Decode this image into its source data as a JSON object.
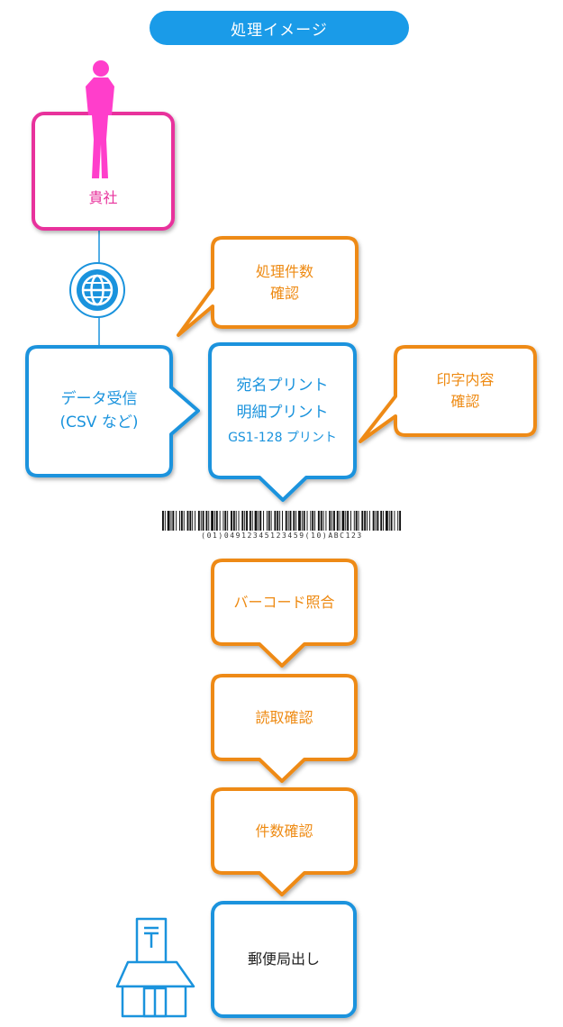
{
  "header": {
    "title": "処理イメージ"
  },
  "nodes": {
    "client": "貴社",
    "receive_line1": "データ受信",
    "receive_line2": "(CSV など)",
    "print_line1": "宛名プリント",
    "print_line2": "明細プリント",
    "print_line3": "GS1-128 プリント",
    "count_check_line1": "処理件数",
    "count_check_line2": "確認",
    "content_check_line1": "印字内容",
    "content_check_line2": "確認",
    "barcode_match": "バーコード照合",
    "read_check": "読取確認",
    "count_confirm": "件数確認",
    "mailing": "郵便局出し"
  },
  "barcode": {
    "text": "(01)04912345123459(10)ABC123"
  },
  "colors": {
    "blue": "#1a93dd",
    "orange": "#ee8a12",
    "pink": "#e8329c",
    "header": "#1a9be8"
  }
}
